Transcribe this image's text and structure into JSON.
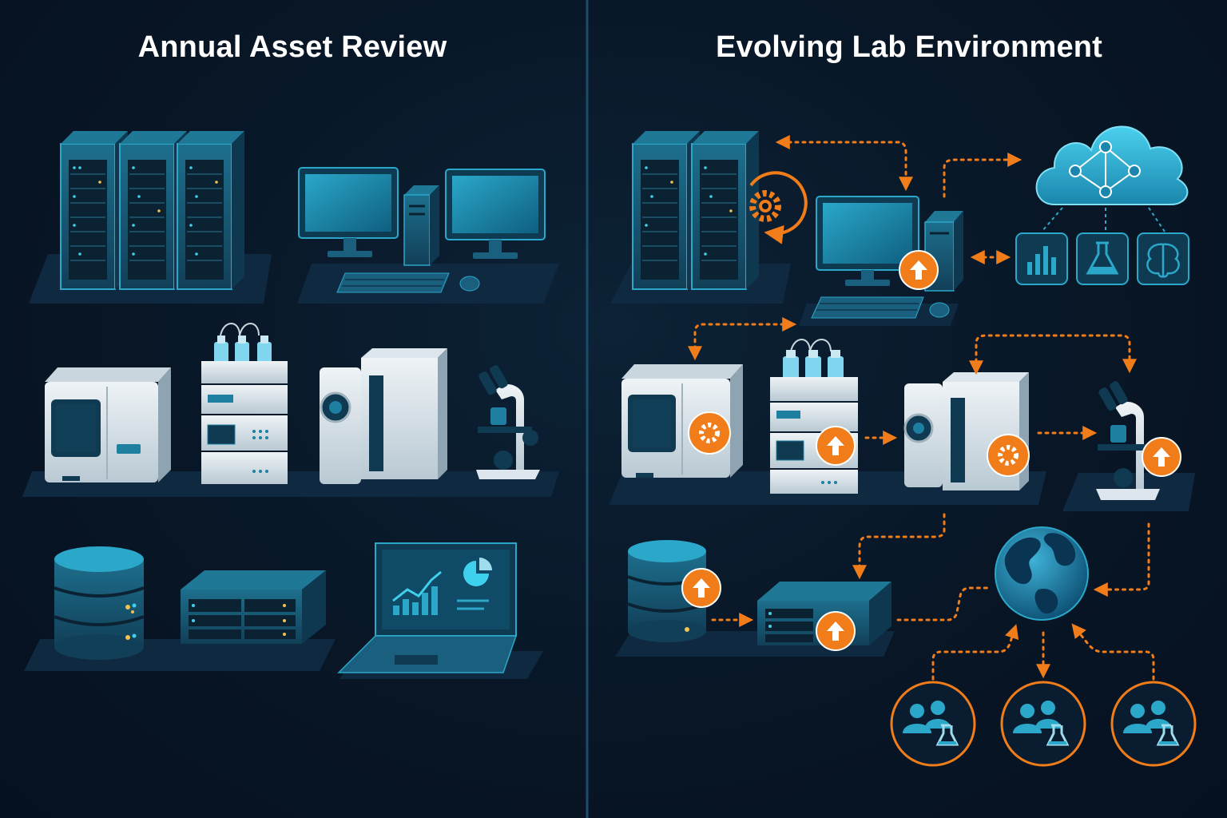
{
  "left_panel": {
    "title": "Annual Asset Review",
    "assets": [
      "server-rack",
      "desktop-workstation",
      "analyzer",
      "hplc-system",
      "mass-spectrometer",
      "microscope",
      "database",
      "storage-appliance",
      "analytics-laptop"
    ]
  },
  "right_panel": {
    "title": "Evolving Lab Environment",
    "assets": [
      "server-rack",
      "workstation",
      "cloud-network",
      "analytics-tiles",
      "analyzer",
      "hplc-system",
      "mass-spectrometer",
      "microscope",
      "database",
      "storage-appliance",
      "globe",
      "research-teams"
    ],
    "badges": [
      "gear-icon",
      "upgrade-arrow-icon"
    ],
    "cloud_services": [
      "bar-chart-icon",
      "flask-icon",
      "brain-icon"
    ]
  },
  "colors": {
    "background": "#081626",
    "accent_teal": "#1e7fa0",
    "accent_orange": "#f07d1a",
    "divider": "#1d4b6a",
    "device_light": "#d8e3ea"
  }
}
